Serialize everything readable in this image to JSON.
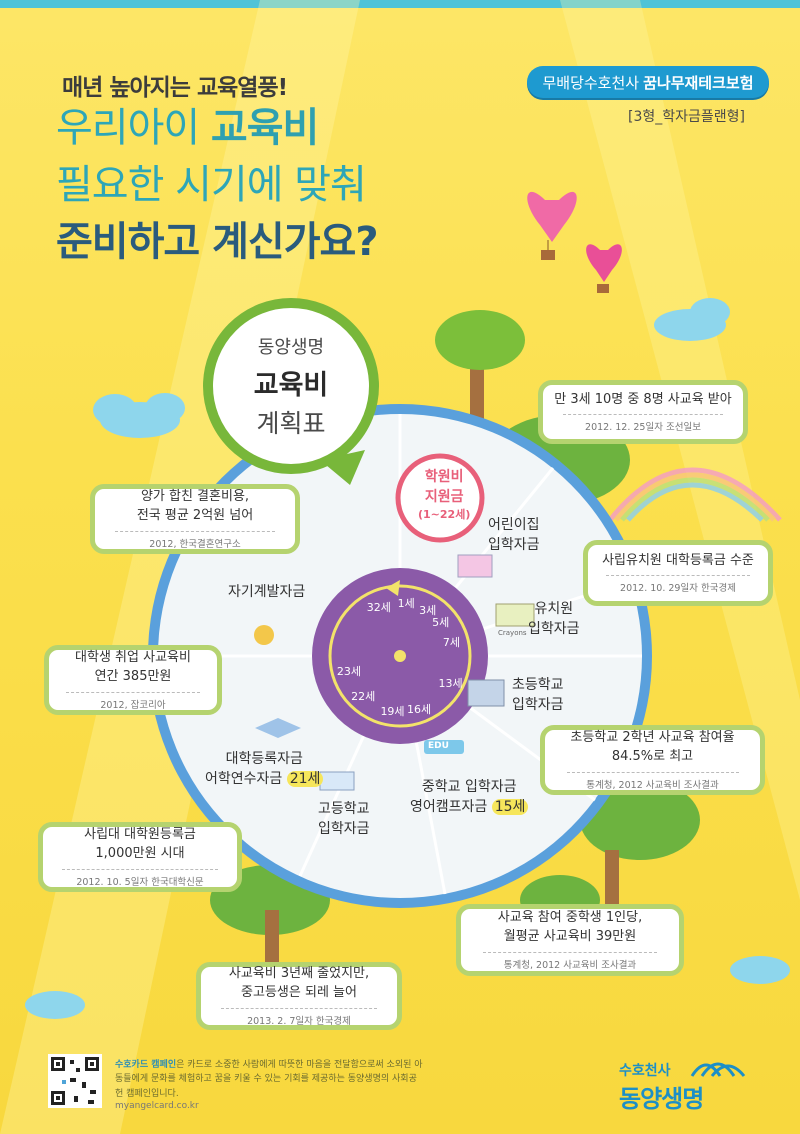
{
  "header": {
    "sub": "매년 높아지는 교육열풍!",
    "line1_a": "우리아이 ",
    "line1_b": "교육비",
    "line2": "필요한 시기에 맞춰",
    "line3": "준비하고 계신가요?",
    "product_a": "무배당수호천사",
    "product_b": "꿈나무재테크보험",
    "plan": "[3형_학자금플랜형]"
  },
  "bubble": {
    "l1": "동양생명",
    "l2": "교육비",
    "l3": "계획표"
  },
  "wheel": {
    "center_top": "학원비",
    "center_mid": "지원금",
    "center_sub": "(1~22세)",
    "nursery": "어린이집\n입학자금",
    "kinder": "유치원\n입학자금",
    "elementary": "초등학교\n입학자금",
    "middle_a": "중학교 입학자금",
    "middle_b": "영어캠프자금 ",
    "middle_age": "15세",
    "high": "고등학교\n입학자금",
    "college_a": "대학등록자금",
    "college_b": "어학연수자금 ",
    "college_age": "21세",
    "self": "자기계발자금",
    "ages": [
      "1세",
      "3세",
      "5세",
      "7세",
      "13세",
      "16세",
      "19세",
      "22세",
      "23세",
      "32세"
    ],
    "edu_badge": "EDU",
    "crayons": "Crayons"
  },
  "cards": [
    {
      "text": "만 3세 10명 중 8명 사교육 받아",
      "src": "2012. 12. 25일자 조선일보"
    },
    {
      "text": "양가 합친 결혼비용,\n전국 평균 2억원 넘어",
      "src": "2012, 한국결혼연구소"
    },
    {
      "text": "사립유치원 대학등록금 수준",
      "src": "2012. 10. 29일자 한국경제"
    },
    {
      "text": "대학생 취업 사교육비\n연간 385만원",
      "src": "2012, 잡코리아"
    },
    {
      "text": "초등학교 2학년 사교육 참여율\n84.5%로 최고",
      "src": "통계청, 2012 사교육비 조사결과"
    },
    {
      "text": "사립대 대학원등록금\n1,000만원 시대",
      "src": "2012. 10. 5일자 한국대학신문"
    },
    {
      "text": "사교육 참여 중학생 1인당,\n월평균 사교육비 39만원",
      "src": "통계청, 2012 사교육비 조사결과"
    },
    {
      "text": "사교육비 3년째 줄었지만,\n중고등생은 되레 늘어",
      "src": "2013. 2. 7일자 한국경제"
    }
  ],
  "footer": {
    "campaign": "수호카드 캠페인",
    "desc": "은 카드로 소중한 사람에게 따뜻한 마음을 전달함으로써 소외된 아동들에게 문화를 체험하고 꿈을 키울 수 있는 기회를 제공하는 동양생명의 사회공헌 캠페인입니다.",
    "url": "myangelcard.co.kr",
    "logo_top": "수호천사",
    "logo_main": "동양생명"
  },
  "colors": {
    "teal": "#2da6b8",
    "navy": "#2a5b7d",
    "green": "#78b73a",
    "blue": "#1e9ad0",
    "purple": "#8b5aa8",
    "pink": "#e8607a"
  }
}
